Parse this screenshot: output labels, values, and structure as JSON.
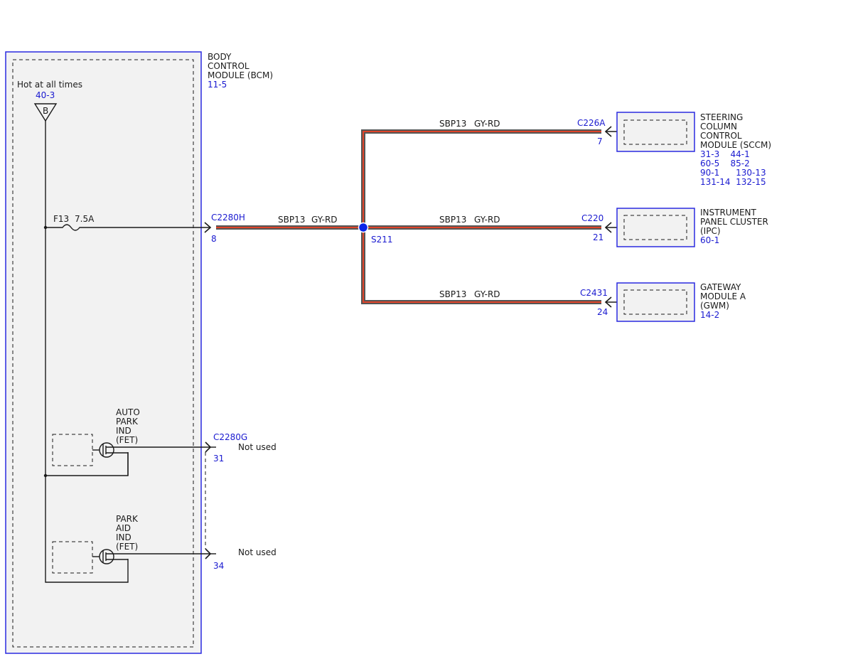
{
  "bcm": {
    "name_lines": [
      "BODY",
      "CONTROL",
      "MODULE (BCM)"
    ],
    "ref": "11-5",
    "power_label": "Hot at all times",
    "power_ref": "40-3",
    "power_symbol": "B",
    "fuse_id": "F13",
    "fuse_rating": "7.5A",
    "outputs": [
      {
        "name_lines": [
          "AUTO",
          "PARK",
          "IND",
          "(FET)"
        ],
        "connector": "C2280G",
        "pin": "31",
        "status": "Not used"
      },
      {
        "name_lines": [
          "PARK",
          "AID",
          "IND",
          "(FET)"
        ],
        "connector": "",
        "pin": "34",
        "status": "Not used"
      }
    ]
  },
  "main_connector": {
    "id": "C2280H",
    "pin": "8"
  },
  "splice": {
    "id": "S211",
    "color": "#0a24e8"
  },
  "main_wire": {
    "circuit": "SBP13",
    "color": "GY-RD"
  },
  "branches": [
    {
      "circuit": "SBP13",
      "color": "GY-RD",
      "connector": "C226A",
      "pin": "7",
      "module_lines": [
        "STEERING",
        "COLUMN",
        "CONTROL",
        "MODULE (SCCM)"
      ],
      "refs": [
        "31-3    44-1",
        "60-5    85-2",
        "90-1      130-13",
        "131-14  132-15"
      ]
    },
    {
      "circuit": "SBP13",
      "color": "GY-RD",
      "connector": "C220",
      "pin": "21",
      "module_lines": [
        "INSTRUMENT",
        "PANEL CLUSTER",
        "(IPC)"
      ],
      "refs": [
        "60-1"
      ]
    },
    {
      "circuit": "SBP13",
      "color": "GY-RD",
      "connector": "C2431",
      "pin": "24",
      "module_lines": [
        "GATEWAY",
        "MODULE A",
        "(GWM)"
      ],
      "refs": [
        "14-2"
      ]
    }
  ]
}
